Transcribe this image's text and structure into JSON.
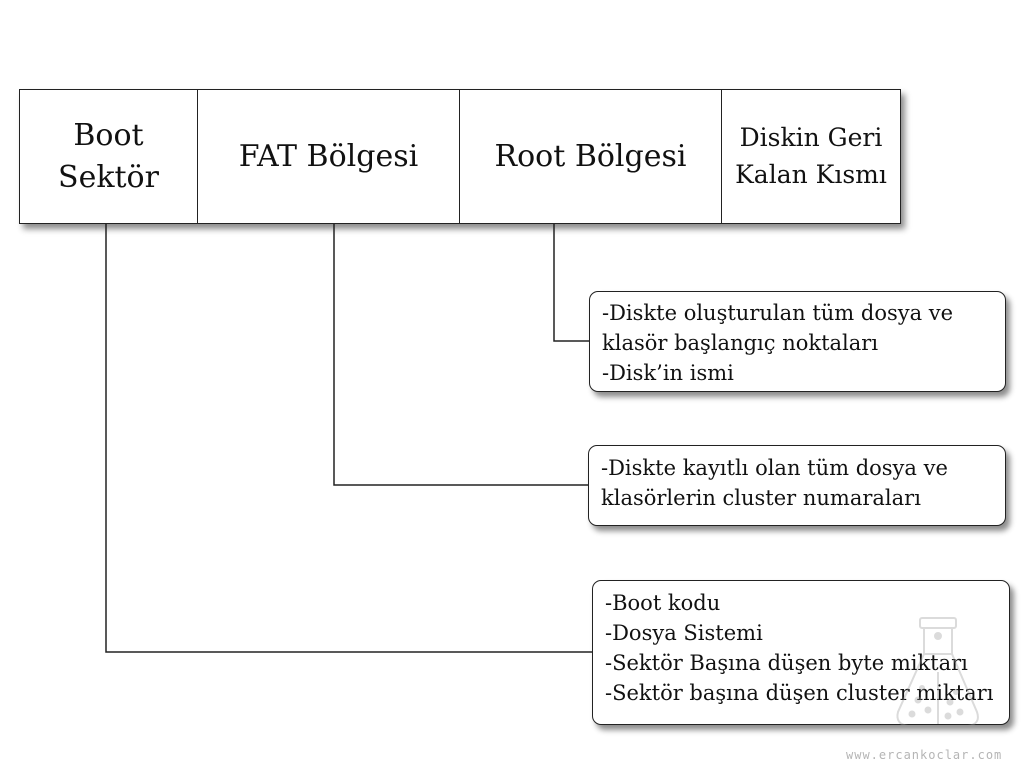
{
  "segments": {
    "boot": "Boot\nSektör",
    "fat": "FAT Bölgesi",
    "root": "Root Bölgesi",
    "rest": "Diskin Geri\nKalan Kısmı"
  },
  "notes": {
    "root": [
      "-Diskte oluşturulan tüm dosya ve",
      "klasör başlangıç noktaları",
      "-Disk’in ismi"
    ],
    "fat": [
      "-Diskte kayıtlı olan tüm dosya ve",
      "klasörlerin cluster numaraları"
    ],
    "boot": [
      "-Boot kodu",
      "-Dosya Sistemi",
      "-Sektör Başına düşen byte miktarı",
      "-Sektör başına düşen cluster miktarı"
    ]
  },
  "watermark": {
    "icon": "flask-icon",
    "text": "www.ercankoclar.com"
  }
}
